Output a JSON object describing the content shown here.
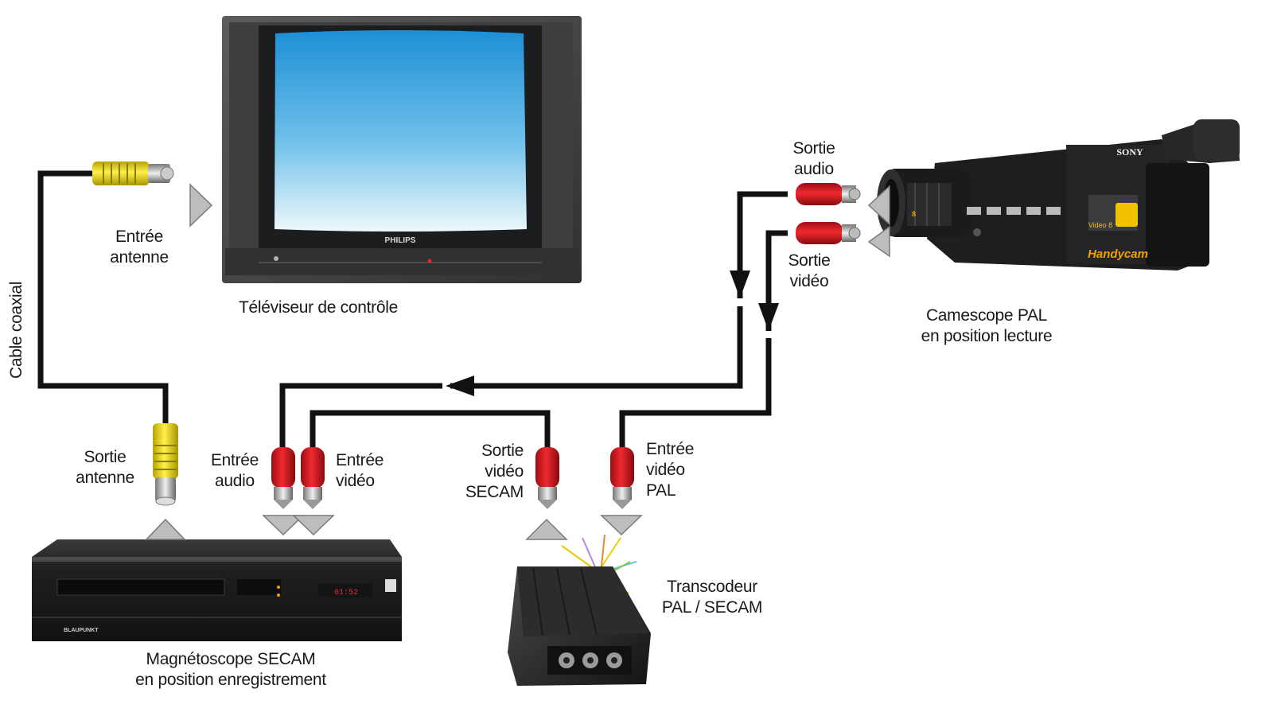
{
  "devices": {
    "tv": {
      "caption": "Téléviseur de contrôle",
      "brand": "PHILIPS"
    },
    "camcorder": {
      "caption_line1": "Camescope  PAL",
      "caption_line2": "en position lecture",
      "brand": "SONY",
      "model": "Handycam",
      "badge": "Video 8"
    },
    "vcr": {
      "caption_line1": "Magnétoscope SECAM",
      "caption_line2": "en position enregistrement",
      "brand": "BLAUPUNKT"
    },
    "transcoder": {
      "caption_line1": "Transcodeur",
      "caption_line2": "PAL / SECAM"
    }
  },
  "cable_label": "Cable coaxial",
  "connectors": {
    "tv_antenna_in": {
      "line1": "Entrée",
      "line2": "antenne",
      "color": "#f2e12a"
    },
    "vcr_antenna_out": {
      "line1": "Sortie",
      "line2": "antenne",
      "color": "#f2e12a"
    },
    "vcr_audio_in": {
      "line1": "Entrée",
      "line2": "audio",
      "color": "#e31e24"
    },
    "vcr_video_in": {
      "line1": "Entrée",
      "line2": "vidéo",
      "color": "#e31e24"
    },
    "transcoder_secam_out": {
      "line1": "Sortie",
      "line2": "vidéo",
      "line3": "SECAM",
      "color": "#e31e24"
    },
    "transcoder_pal_in": {
      "line1": "Entrée",
      "line2": "vidéo",
      "line3": "PAL",
      "color": "#e31e24"
    },
    "cam_audio_out": {
      "line1": "Sortie",
      "line2": "audio",
      "color": "#e31e24"
    },
    "cam_video_out": {
      "line1": "Sortie",
      "line2": "vidéo",
      "color": "#e31e24"
    }
  },
  "colors": {
    "cable": "#111111",
    "triangle": "#bdbdbd",
    "screen_top": "#1d8fd6",
    "screen_bottom": "#e8f5fb"
  }
}
